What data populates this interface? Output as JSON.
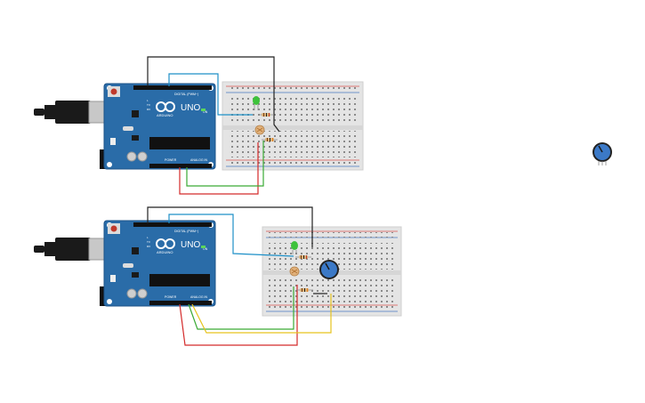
{
  "circuits": [
    {
      "id": "top",
      "board": {
        "brand": "ARDUINO",
        "model": "UNO",
        "header_digital": "DIGITAL (PWM~)",
        "header_power": "POWER",
        "header_analog": "ANALOG IN",
        "on_label": "ON",
        "label_tx": "TX",
        "label_rx": "RX",
        "label_l": "L"
      }
    },
    {
      "id": "bottom",
      "board": {
        "brand": "ARDUINO",
        "model": "UNO",
        "header_digital": "DIGITAL (PWM~)",
        "header_power": "POWER",
        "header_analog": "ANALOG IN",
        "on_label": "ON",
        "label_tx": "TX",
        "label_rx": "RX",
        "label_l": "L"
      }
    }
  ],
  "colors": {
    "canvas": "#ffffff",
    "board": "#2a6ca8",
    "board_dark": "#1d5389",
    "breadboard": "#e4e4e4",
    "rail_red": "#d9534f",
    "rail_blue": "#4a78c2",
    "wire_black": "#222222",
    "wire_blue": "#1e90c8",
    "wire_red": "#d42a2a",
    "wire_green": "#3aaa35",
    "wire_yellow": "#e6c31e",
    "led_green": "#3ec23b",
    "photoresistor": "#e0b07a",
    "potentiometer": "#3b79c7"
  },
  "standalone": {
    "component": "potentiometer-icon"
  }
}
